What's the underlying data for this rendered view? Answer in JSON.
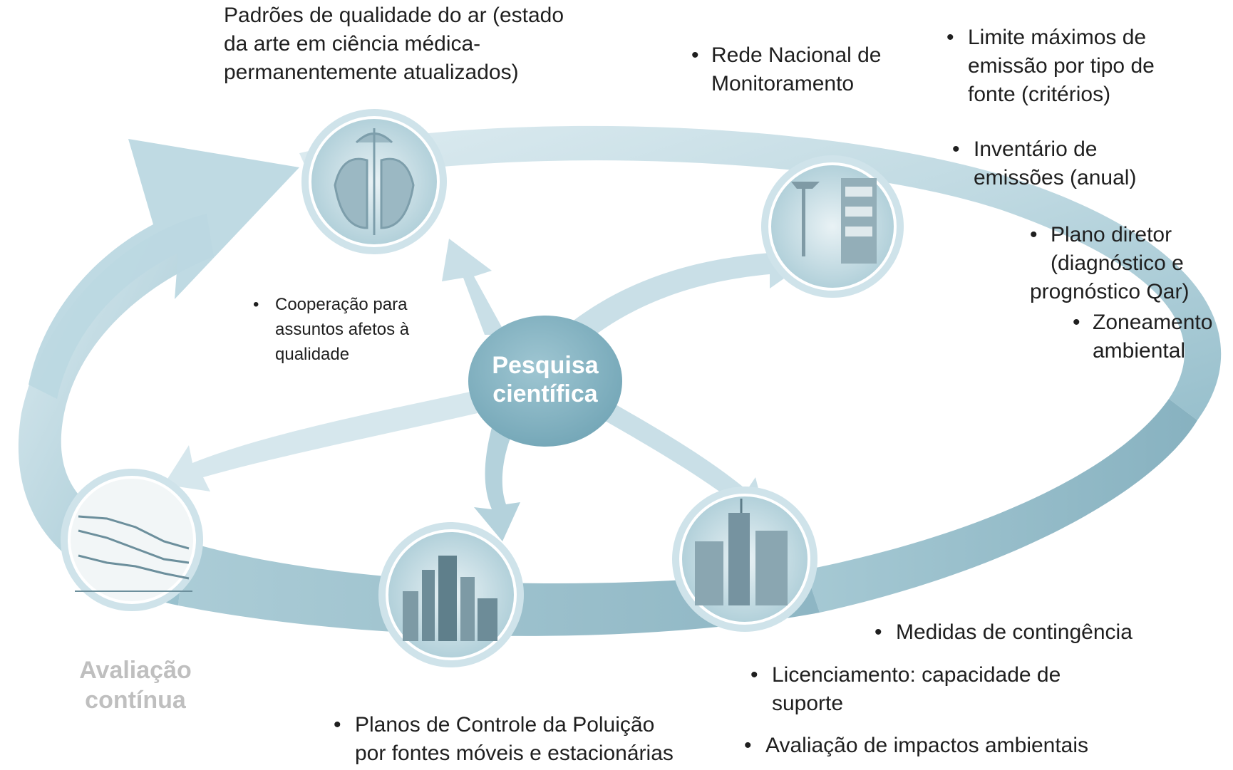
{
  "center": {
    "line1": "Pesquisa",
    "line2": "científica"
  },
  "cycle_label": {
    "line1": "Avaliação",
    "line2": "contínua"
  },
  "top_title": [
    "Padrões de qualidade do ar (estado",
    "da arte em ciência médica-",
    "permanentemente atualizados)"
  ],
  "rede": [
    "Rede Nacional de",
    "Monitoramento"
  ],
  "limite": [
    "Limite máximos de",
    "emissão por tipo de",
    "fonte (critérios)"
  ],
  "inventario": [
    "Inventário de",
    "emissões (anual)"
  ],
  "plano_diretor": [
    "Plano diretor",
    "(diagnóstico e",
    "prognóstico Qar)"
  ],
  "zoneamento": [
    "Zoneamento",
    "ambiental"
  ],
  "cooperacao": [
    "Cooperação para",
    "assuntos afetos à",
    "qualidade"
  ],
  "medidas": "Medidas de contingência",
  "licenciamento": [
    "Licenciamento: capacidade de",
    "suporte"
  ],
  "avaliacao_impactos": "Avaliação de impactos ambientais",
  "planos_controle": [
    "Planos de Controle da Poluição",
    "por fontes móveis e estacionárias"
  ],
  "colors": {
    "ring_light": "#cfe3ea",
    "ring_mid": "#a9cbd6",
    "ring_dark": "#7fb0c0",
    "center": "#7fb0bf",
    "label_gray": "#bfbfbf"
  },
  "icons": [
    "lungs-image",
    "monitoring-station-image",
    "industry-image",
    "city-skyline-image",
    "trend-chart-image"
  ]
}
